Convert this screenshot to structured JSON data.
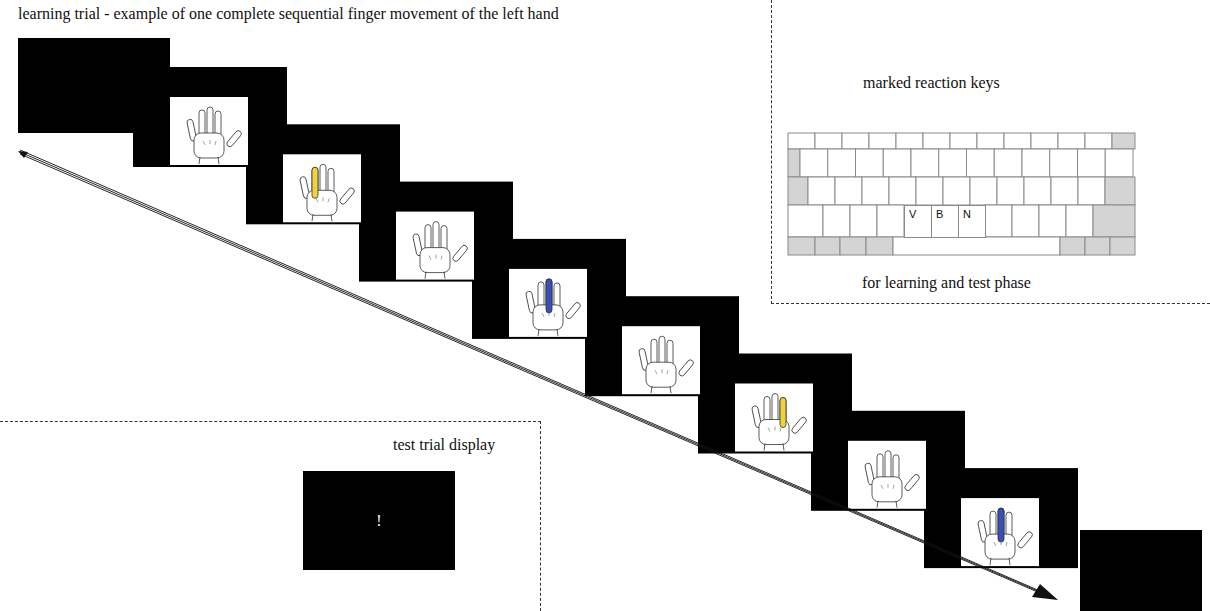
{
  "diagram": {
    "title": "learning trial - example of one complete sequential finger movement of the left hand",
    "nodes": [
      {
        "text": [
          "marked reaction keys",
          "for learning and test phase"
        ]
      },
      {
        "text": [
          "V"
        ],
        "in": 0
      },
      {
        "text": [
          "B"
        ],
        "in": 0
      },
      {
        "text": [
          "N"
        ],
        "in": 0
      },
      {
        "text": [
          "test trial display"
        ]
      },
      {
        "text": [
          "!"
        ],
        "in": 4
      }
    ]
  }
}
